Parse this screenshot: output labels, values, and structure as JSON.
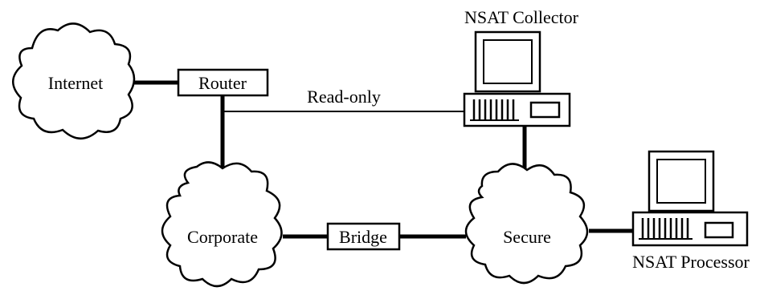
{
  "diagram": {
    "clouds": {
      "internet": "Internet",
      "corporate": "Corporate",
      "secure": "Secure"
    },
    "boxes": {
      "router": "Router",
      "bridge": "Bridge"
    },
    "links": {
      "read_only": "Read-only"
    },
    "computers": {
      "collector": "NSAT Collector",
      "processor": "NSAT Processor"
    }
  }
}
